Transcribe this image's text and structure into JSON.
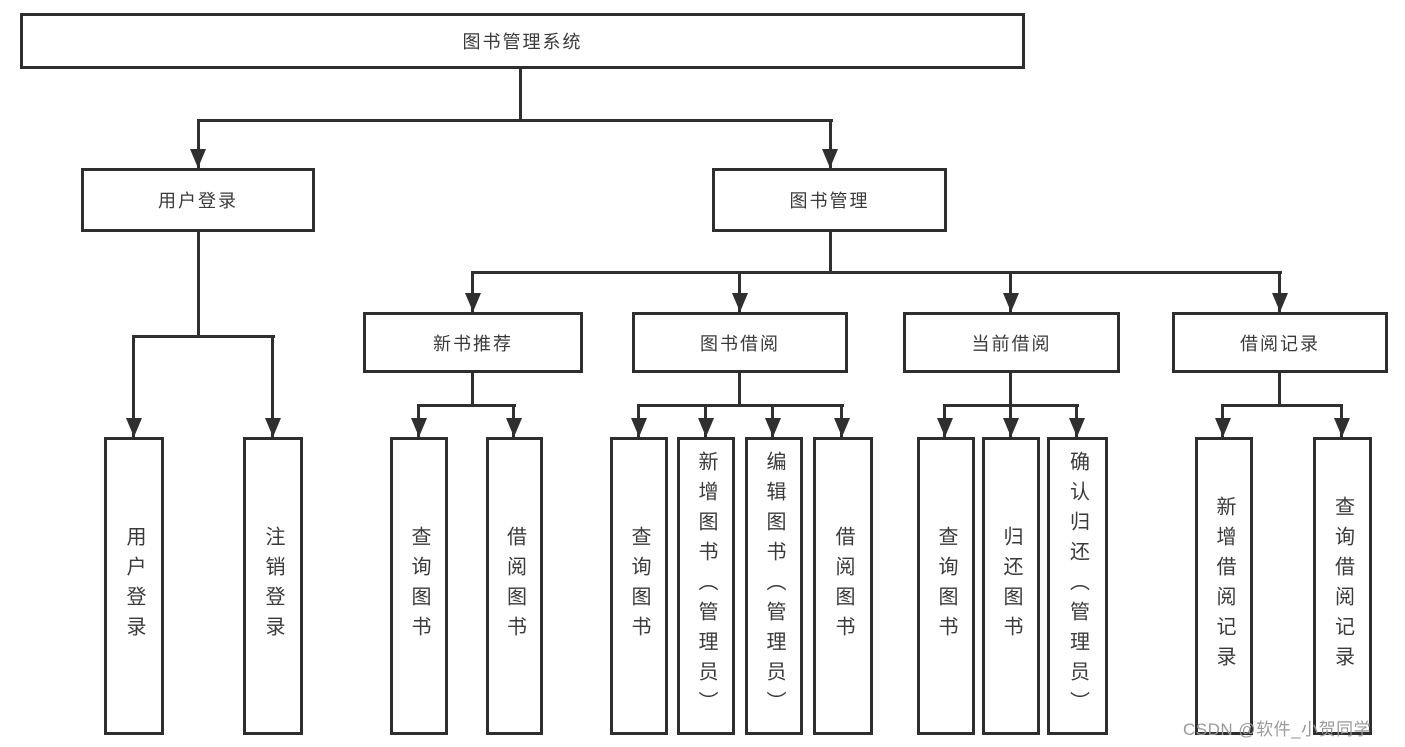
{
  "tree": {
    "label": "图书管理系统",
    "children": [
      {
        "label": "用户登录",
        "children": [
          {
            "label": "用户登录"
          },
          {
            "label": "注销登录"
          }
        ]
      },
      {
        "label": "图书管理",
        "children": [
          {
            "label": "新书推荐",
            "children": [
              {
                "label": "查询图书"
              },
              {
                "label": "借阅图书"
              }
            ]
          },
          {
            "label": "图书借阅",
            "children": [
              {
                "label": "查询图书"
              },
              {
                "label": "新增图书（管理员）"
              },
              {
                "label": "编辑图书（管理员）"
              },
              {
                "label": "借阅图书"
              }
            ]
          },
          {
            "label": "当前借阅",
            "children": [
              {
                "label": "查询图书"
              },
              {
                "label": "归还图书"
              },
              {
                "label": "确认归还（管理员）"
              }
            ]
          },
          {
            "label": "借阅记录",
            "children": [
              {
                "label": "新增借阅记录"
              },
              {
                "label": "查询借阅记录"
              }
            ]
          }
        ]
      }
    ]
  },
  "watermark": {
    "text": "CSDN @软件_小贺同学"
  },
  "colors": {
    "line": "#2f2f2f",
    "text": "#3a3a3a",
    "background": "#ffffff",
    "watermark": "#9a9a9a"
  }
}
